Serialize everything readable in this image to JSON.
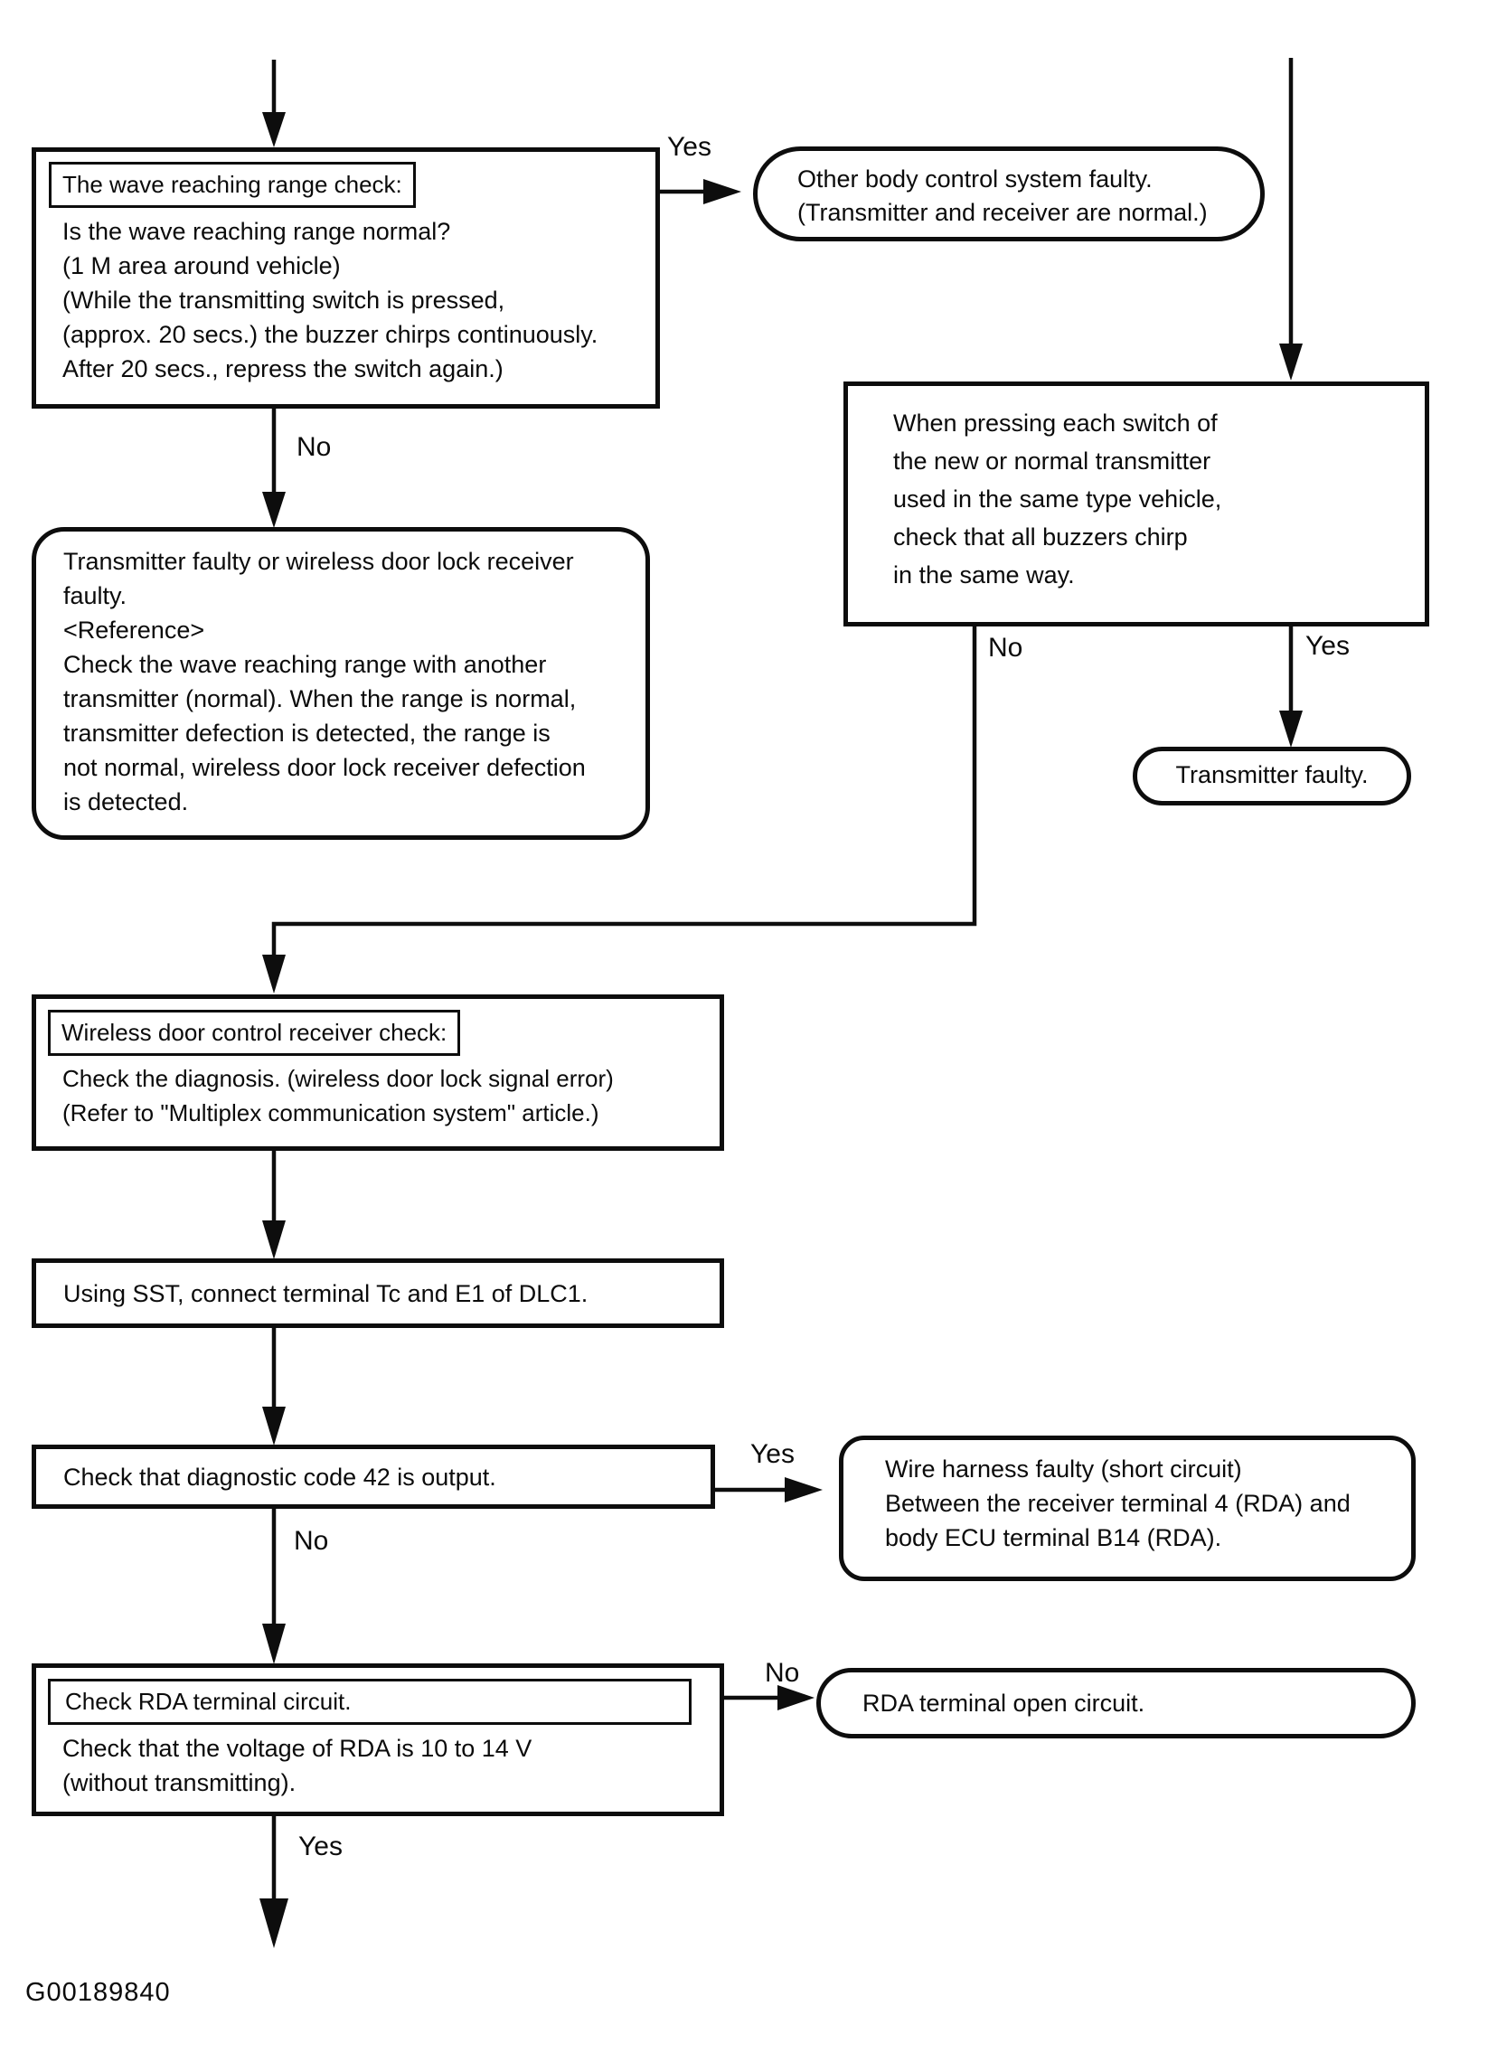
{
  "figure_id": "G00189840",
  "labels": {
    "yes": "Yes",
    "no": "No"
  },
  "nodes": {
    "wave_range_check": {
      "title": "The wave reaching range check:",
      "lines": [
        "Is the wave reaching range normal?",
        "(1 M area around vehicle)",
        "(While the transmitting switch is pressed,",
        "(approx. 20 secs.) the buzzer chirps continuously.",
        "After 20 secs., repress the switch again.)"
      ]
    },
    "other_body_control": {
      "lines": [
        "Other body control system faulty.",
        "(Transmitter and receiver are normal.)"
      ]
    },
    "when_pressing": {
      "lines": [
        "When pressing each switch of",
        "the new or normal transmitter",
        "used in the same type vehicle,",
        "check that all buzzers chirp",
        "in the same way."
      ]
    },
    "transmitter_or_receiver_faulty": {
      "lines": [
        "Transmitter faulty or wireless door lock receiver",
        "faulty.",
        "<Reference>",
        "Check the wave reaching range with another",
        "transmitter (normal). When the range is normal,",
        "transmitter defection is detected, the range is",
        "not normal, wireless door lock receiver defection",
        "is detected."
      ]
    },
    "transmitter_faulty": {
      "text": "Transmitter faulty."
    },
    "receiver_check": {
      "title": "Wireless door control receiver check:",
      "lines": [
        "Check the diagnosis. (wireless door lock signal error)",
        "(Refer to \"Multiplex communication system\" article.)"
      ]
    },
    "using_sst": {
      "text": "Using SST, connect terminal Tc and E1 of DLC1."
    },
    "code42_check": {
      "text": "Check that diagnostic code 42 is output."
    },
    "wire_harness_faulty": {
      "lines": [
        "Wire harness faulty (short circuit)",
        "Between the receiver terminal 4 (RDA) and",
        "body ECU terminal B14 (RDA)."
      ]
    },
    "rda_terminal_check": {
      "title": "Check RDA terminal circuit.",
      "lines": [
        "Check that the voltage of RDA is 10 to 14 V",
        "(without transmitting)."
      ]
    },
    "rda_open_circuit": {
      "text": "RDA terminal open circuit."
    }
  }
}
